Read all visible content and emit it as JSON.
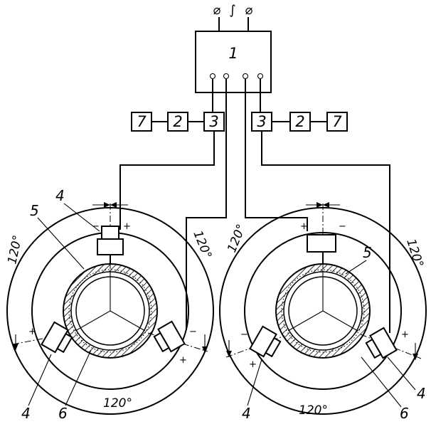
{
  "supply_symbols": [
    "⌀",
    "∫",
    "⌀"
  ],
  "control_unit": {
    "label": "1"
  },
  "left_chain": [
    "7",
    "2",
    "3"
  ],
  "right_chain": [
    "3",
    "2",
    "7"
  ],
  "left_assembly": {
    "top_sensor": "4",
    "bottom_sensor": "4",
    "pipe": "5",
    "layer": "6",
    "angle_left": "120°",
    "angle_right": "120°",
    "angle_bottom": "120°"
  },
  "right_assembly": {
    "left_sensor": "4",
    "right_sensor": "4",
    "pipe": "5",
    "layer": "6",
    "angle_left": "120°",
    "angle_right": "120°",
    "angle_bottom": "120°"
  },
  "polarity": {
    "plus": "+",
    "minus": "−"
  }
}
